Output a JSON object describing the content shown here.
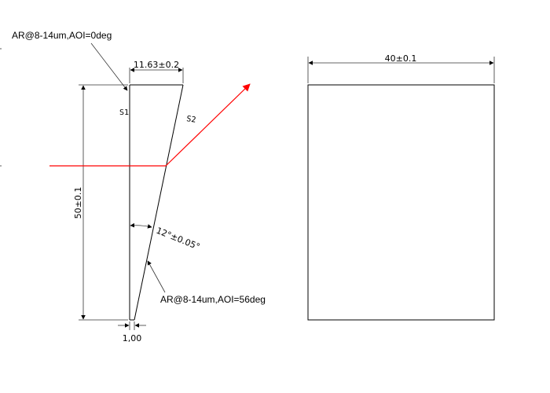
{
  "annotations": {
    "ar_top": "AR@8-14um,AOI=0deg",
    "ar_bottom": "AR@8-14um,AOI=56deg"
  },
  "dimensions": {
    "top_width": "11.63±0.2",
    "height": "50±0.1",
    "bottom_width": "1,00",
    "wedge_angle": "12°±0.05°",
    "front_width": "40±0.1"
  },
  "surfaces": {
    "s1": "S1",
    "s2": "S2"
  },
  "colors": {
    "line": "#000000",
    "ray": "#ff0000"
  }
}
